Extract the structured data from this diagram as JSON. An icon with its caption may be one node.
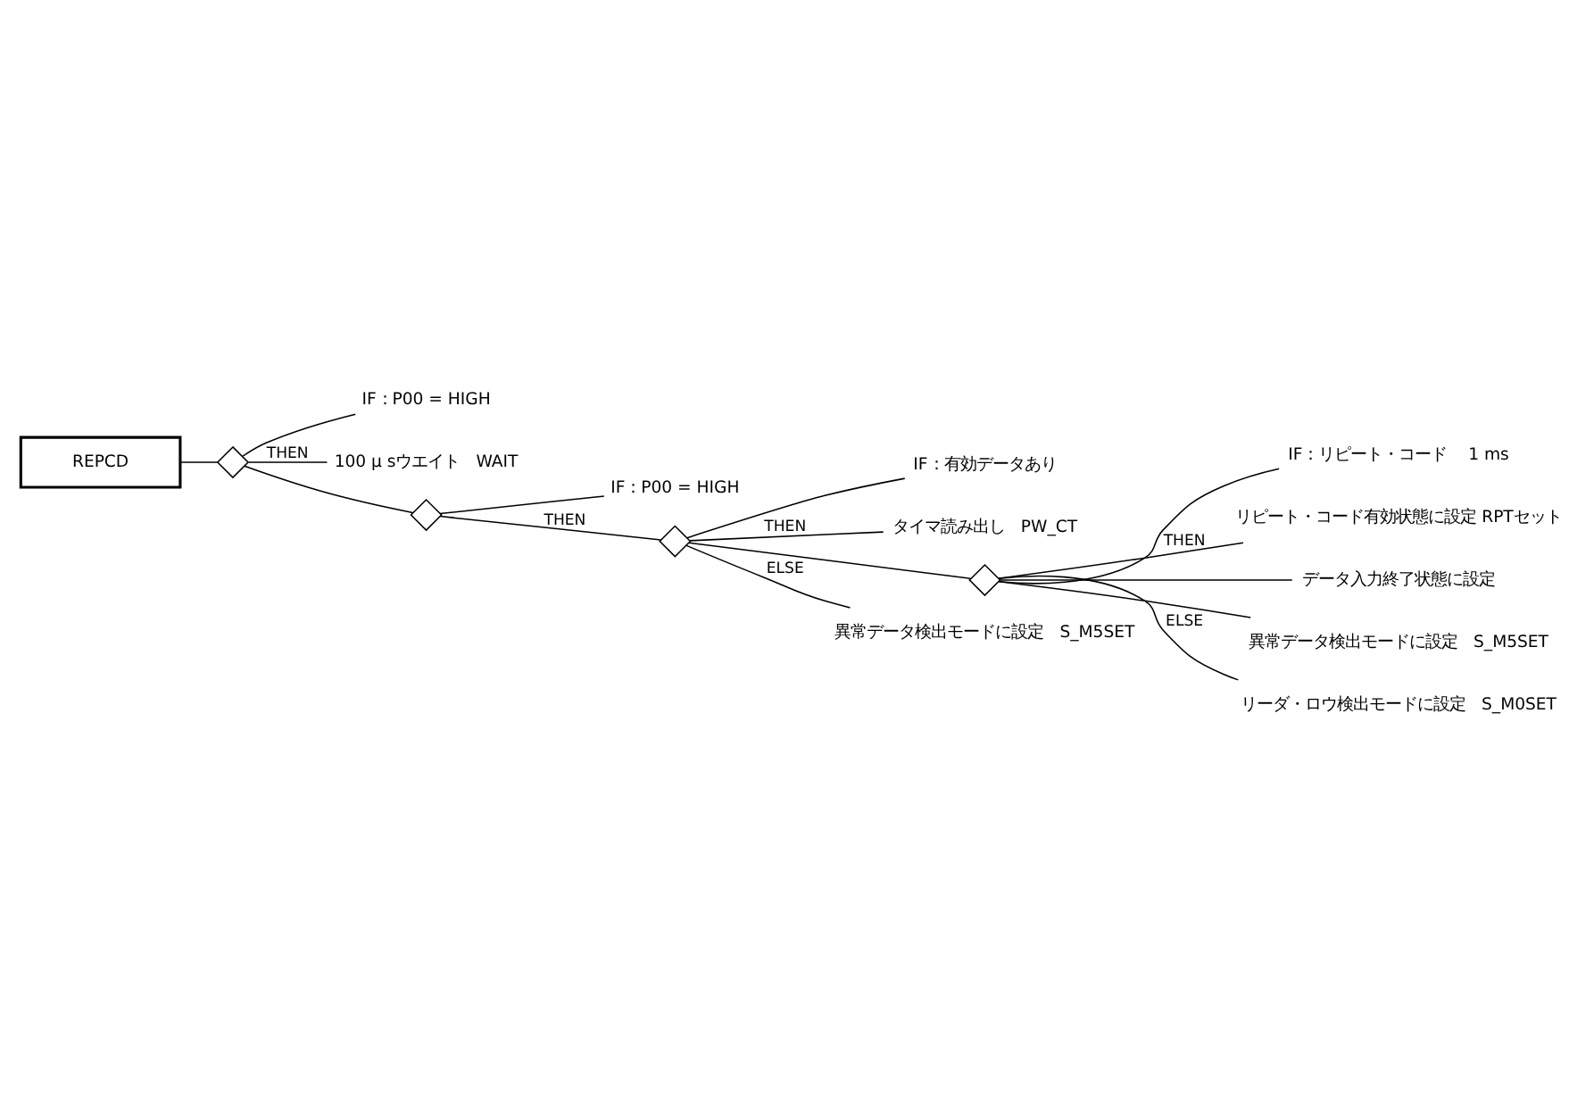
{
  "diagram": {
    "nodes": [
      {
        "text": [
          "REPCD"
        ]
      },
      {
        "text": [],
        "shape": "diamond"
      },
      {
        "text": [
          "IF：P00 = HIGH"
        ]
      },
      {
        "text": [
          "100 μ sウエイト　WAIT"
        ]
      },
      {
        "text": [],
        "shape": "diamond"
      },
      {
        "text": [
          "IF：P00 = HIGH"
        ]
      },
      {
        "text": [],
        "shape": "diamond"
      },
      {
        "text": [
          "IF：有効データあり"
        ]
      },
      {
        "text": [
          "タイマ読み出し　PW_CT"
        ]
      },
      {
        "text": [],
        "shape": "diamond"
      },
      {
        "text": [
          "IF：リピート・コード　 1 ms"
        ]
      },
      {
        "text": [
          "リピート・コード有効状態に設定 RPTセット"
        ]
      },
      {
        "text": [
          "データ入力終了状態に設定"
        ]
      },
      {
        "text": [
          "異常データ検出モードに設定　S_M5SET"
        ]
      },
      {
        "text": [
          "リーダ・ロウ検出モードに設定　S_M0SET"
        ]
      },
      {
        "text": [
          "異常データ検出モードに設定　S_M5SET"
        ]
      }
    ],
    "edges": [
      {
        "from": 0,
        "to": 1,
        "arrow": "none"
      },
      {
        "from": 1,
        "to": 2,
        "arrow": "none"
      },
      {
        "from": 1,
        "to": 3,
        "arrow": "none",
        "label": "THEN"
      },
      {
        "from": 1,
        "to": 4,
        "arrow": "none"
      },
      {
        "from": 4,
        "to": 5,
        "arrow": "none"
      },
      {
        "from": 4,
        "to": 6,
        "arrow": "none",
        "label": "THEN"
      },
      {
        "from": 6,
        "to": 7,
        "arrow": "none"
      },
      {
        "from": 6,
        "to": 8,
        "arrow": "none",
        "label": "THEN"
      },
      {
        "from": 6,
        "to": 9,
        "arrow": "none"
      },
      {
        "from": 9,
        "to": 10,
        "arrow": "none"
      },
      {
        "from": 9,
        "to": 11,
        "arrow": "none",
        "label": "THEN"
      },
      {
        "from": 9,
        "to": 12,
        "arrow": "none"
      },
      {
        "from": 9,
        "to": 13,
        "arrow": "none"
      },
      {
        "from": 9,
        "to": 14,
        "arrow": "none",
        "label": "ELSE"
      },
      {
        "from": 6,
        "to": 15,
        "arrow": "none",
        "label": "ELSE"
      }
    ]
  }
}
